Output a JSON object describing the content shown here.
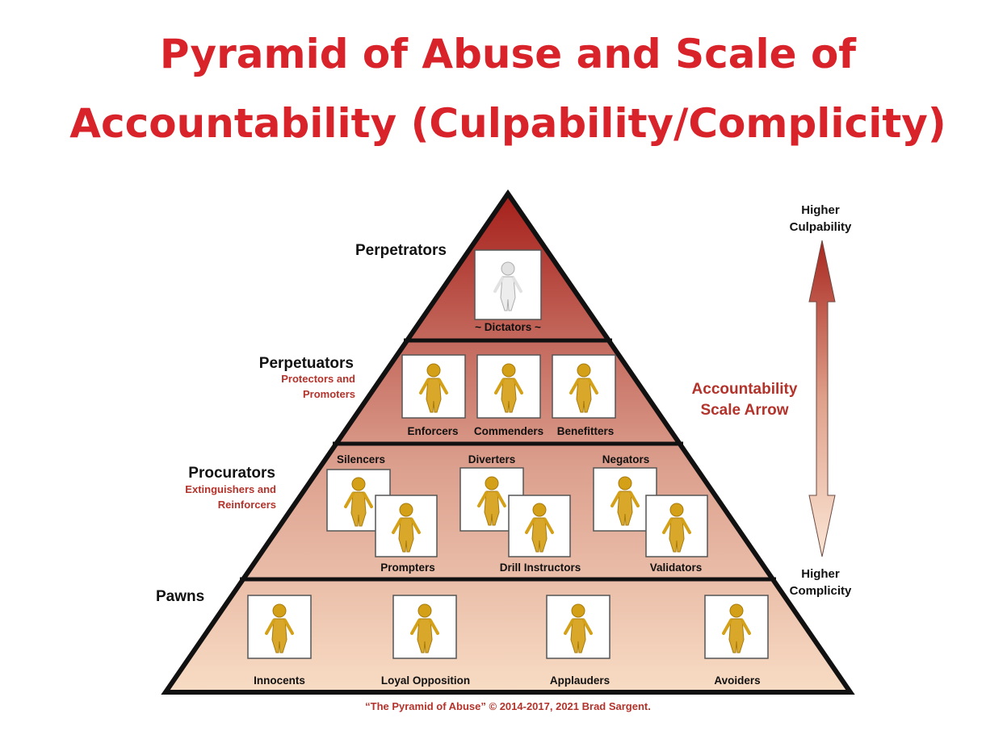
{
  "title": {
    "line1": "Pyramid of Abuse and Scale of",
    "line2": "Accountability (Culpability/Complicity)"
  },
  "tiers": {
    "perpetrators": {
      "label": "Perpetrators",
      "roles": [
        "~ Dictators ~"
      ]
    },
    "perpetuators": {
      "label": "Perpetuators",
      "sub1": "Protectors and",
      "sub2": "Promoters",
      "roles": [
        "Enforcers",
        "Commenders",
        "Benefitters"
      ]
    },
    "procurators": {
      "label": "Procurators",
      "sub1": "Extinguishers and",
      "sub2": "Reinforcers",
      "roles": [
        "Silencers",
        "Prompters",
        "Diverters",
        "Drill Instructors",
        "Negators",
        "Validators"
      ]
    },
    "pawns": {
      "label": "Pawns",
      "roles": [
        "Innocents",
        "Loyal Opposition",
        "Applauders",
        "Avoiders"
      ]
    }
  },
  "scale": {
    "top1": "Higher",
    "top2": "Culpability",
    "mid1": "Accountability",
    "mid2": "Scale Arrow",
    "bot1": "Higher",
    "bot2": "Complicity"
  },
  "footer": "“The Pyramid of Abuse” © 2014-2017, 2021 Brad Sargent.",
  "colors": {
    "title": "#d9232a",
    "accent": "#b3332b",
    "gold": "#d4a017"
  }
}
